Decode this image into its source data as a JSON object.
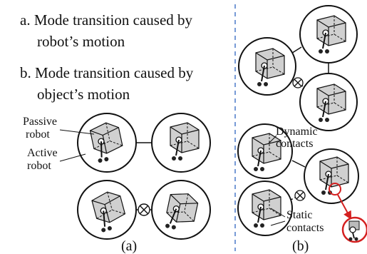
{
  "left_panel": {
    "items": [
      {
        "line1": "a. Mode transition caused by",
        "line2": "robot’s motion"
      },
      {
        "line1": "b. Mode transition caused by",
        "line2": "object’s motion"
      }
    ],
    "labels": {
      "passive_1": "Passive",
      "passive_2": "robot",
      "active_1": "Active",
      "active_2": "robot"
    },
    "caption": "(a)"
  },
  "right_panel": {
    "labels": {
      "dynamic_1": "Dynamic",
      "dynamic_2": "contacts",
      "static_1": "Static",
      "static_2": "contacts"
    },
    "caption": "(b)"
  },
  "colors": {
    "divider": "#4a78c8",
    "highlight": "#d42020",
    "cube_fill": "#c8c8c8",
    "ink": "#111111"
  }
}
